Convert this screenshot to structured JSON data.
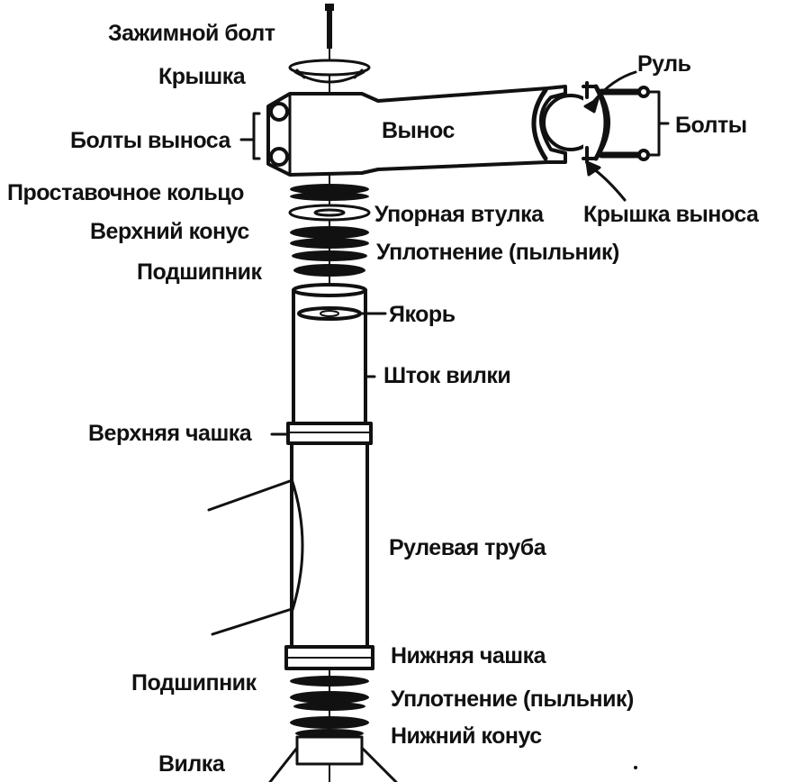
{
  "colors": {
    "ink": "#111111",
    "paper": "#ffffff"
  },
  "labels": {
    "clamp_bolt": "Зажимной болт",
    "cap": "Крышка",
    "handlebar": "Руль",
    "stem_bolts": "Болты выноса",
    "stem": "Вынос",
    "bolts": "Болты",
    "spacer_ring": "Проставочное кольцо",
    "thrust_sleeve": "Упорная втулка",
    "stem_cap": "Крышка выноса",
    "upper_cone": "Верхний конус",
    "seal_top": "Уплотнение (пыльник)",
    "bearing_top": "Подшипник",
    "anchor": "Якорь",
    "fork_steerer": "Шток вилки",
    "upper_cup": "Верхняя чашка",
    "head_tube": "Рулевая труба",
    "lower_cup": "Нижняя чашка",
    "bearing_bottom": "Подшипник",
    "seal_bottom": "Уплотнение (пыльник)",
    "lower_cone": "Нижний конус",
    "fork": "Вилка"
  }
}
